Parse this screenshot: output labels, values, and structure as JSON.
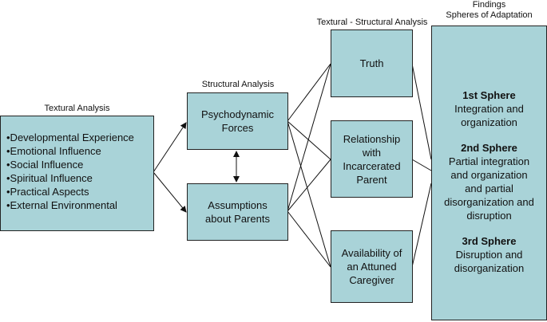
{
  "columns": {
    "textual": {
      "heading": "Textural Analysis",
      "items": [
        "•Developmental Experience",
        "•Emotional Influence",
        "•Social Influence",
        "•Spiritual Influence",
        "•Practical Aspects",
        "•External Environmental"
      ]
    },
    "structural": {
      "heading": "Structural Analysis",
      "psychodynamic": [
        "Psychodynamic",
        "Forces"
      ],
      "assumptions": [
        "Assumptions",
        "about Parents"
      ]
    },
    "textural_structural": {
      "heading": "Textural - Structural Analysis",
      "truth": [
        "Truth"
      ],
      "relationship": [
        "Relationship",
        "with",
        "Incarcerated",
        "Parent"
      ],
      "availability": [
        "Availability of",
        "an Attuned",
        "Caregiver"
      ]
    },
    "findings": {
      "heading": [
        "Findings",
        "Spheres of Adaptation"
      ],
      "spheres": [
        {
          "title": "1st Sphere",
          "lines": [
            "Integration and",
            "organization"
          ]
        },
        {
          "title": "2nd Sphere",
          "lines": [
            "Partial integration",
            "and organization",
            "and partial",
            "disorganization and",
            "disruption"
          ]
        },
        {
          "title": "3rd Sphere",
          "lines": [
            "Disruption and",
            "disorganization"
          ]
        }
      ]
    }
  }
}
